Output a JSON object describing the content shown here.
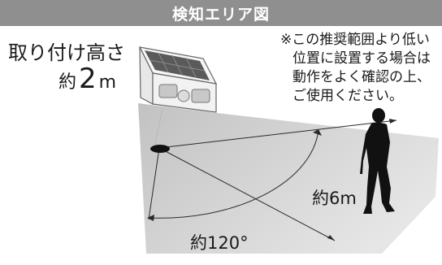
{
  "title": "検知エリア図",
  "mount_height": {
    "label": "取り付け高さ",
    "approx": "約",
    "value": "2",
    "unit": "m"
  },
  "note": {
    "lines": [
      "※この推奨範囲より低い",
      "位置に設置する場合は",
      "動作をよく確認の上、",
      "ご使用ください。"
    ]
  },
  "detection": {
    "distance_label": "約6m",
    "angle_label": "約120°"
  },
  "colors": {
    "title_bar": "#8f8f8f",
    "detection_zone": "#d4d4d4",
    "device_body": "#f2f2f2",
    "solar_panel": "#555555",
    "person": "#111111"
  },
  "icons": [
    "solar-light-icon",
    "person-silhouette-icon",
    "floor-sensor-point-icon"
  ]
}
